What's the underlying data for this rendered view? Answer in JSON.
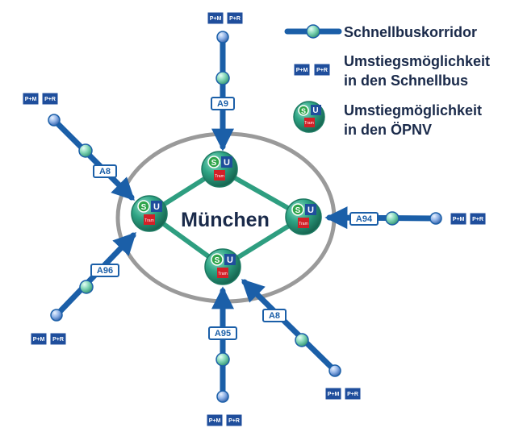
{
  "legend": {
    "corridor_label": "Schnellbuskorridor",
    "transfer_bus_line1": "Umstiegsmöglichkeit",
    "transfer_bus_line2": "in den Schnellbus",
    "transfer_oepnv_line1": "Umstiegmöglichkeit",
    "transfer_oepnv_line2": "in den ÖPNV"
  },
  "city": {
    "name": "München"
  },
  "hub_badges": {
    "s": "S",
    "u": "U",
    "tram": "Tram"
  },
  "park_badges": {
    "pm": "P+M",
    "pr": "P+R"
  },
  "motorways": {
    "a9": "A9",
    "a8_west": "A8",
    "a94": "A94",
    "a96": "A96",
    "a95": "A95",
    "a8_southeast": "A8"
  },
  "colors": {
    "corridor_blue": "#1B5FA8",
    "hub_green": "#2E9E80",
    "ring_grey": "#9A9A9A",
    "tram_red": "#D32027",
    "badge_blue": "#1F4E9C",
    "text_dark": "#1A2A4A"
  }
}
